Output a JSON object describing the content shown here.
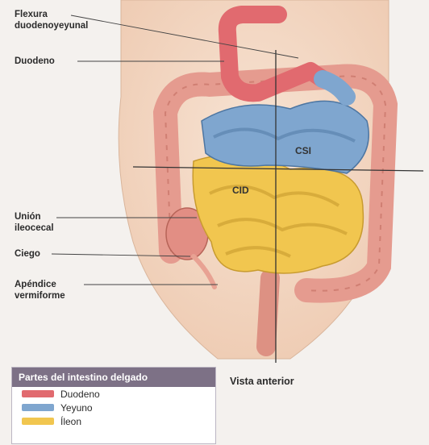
{
  "labels": {
    "flexura": [
      "Flexura",
      "duodenoyeyunal"
    ],
    "duodeno": "Duodeno",
    "union": [
      "Unión",
      "ileocecal"
    ],
    "ciego": "Ciego",
    "apendice": [
      "Apéndice",
      "vermiforme"
    ]
  },
  "quadrants": {
    "csi": "CSI",
    "cid": "CID"
  },
  "caption": "Vista anterior",
  "legend": {
    "title": "Partes del intestino delgado",
    "items": [
      {
        "label": "Duodeno",
        "color": "#e16a6f"
      },
      {
        "label": "Yeyuno",
        "color": "#7fa6cf"
      },
      {
        "label": "Íleon",
        "color": "#f1c64f"
      }
    ]
  }
}
